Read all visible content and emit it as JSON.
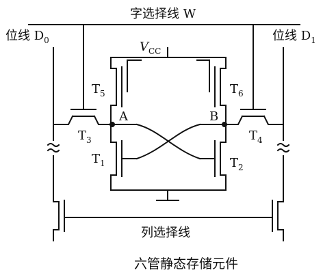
{
  "diagram": {
    "word_line": {
      "text": "字选择线 W"
    },
    "bit_line_left": {
      "text": "位线 D",
      "sub": "0"
    },
    "bit_line_right": {
      "text": "位线 D",
      "sub": "1"
    },
    "vcc": {
      "text": "V",
      "sub": "CC"
    },
    "node_a": "A",
    "node_b": "B",
    "transistors": [
      {
        "id": "T1",
        "text": "T",
        "sub": "1"
      },
      {
        "id": "T2",
        "text": "T",
        "sub": "2"
      },
      {
        "id": "T3",
        "text": "T",
        "sub": "3"
      },
      {
        "id": "T4",
        "text": "T",
        "sub": "4"
      },
      {
        "id": "T5",
        "text": "T",
        "sub": "5"
      },
      {
        "id": "T6",
        "text": "T",
        "sub": "6"
      }
    ],
    "column_line": "列选择线",
    "caption": "六管静态存储元件"
  }
}
